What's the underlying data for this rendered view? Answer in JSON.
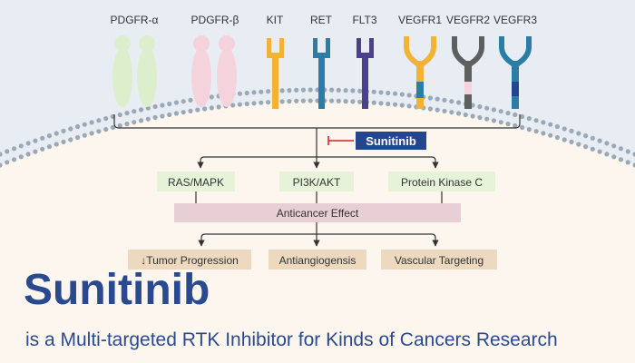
{
  "colors": {
    "background": "#fdf6ee",
    "membrane_fill": "#e8edf3",
    "dots": "#9aa8b8",
    "title_blue": "#2a4a8f",
    "drug_box": "#25468e",
    "inhibit_red": "#cc2222",
    "pathway_green": "#e7f3d9",
    "effect_pink": "#e8cfd6",
    "outcome_tan": "#ecd9bf",
    "pdgfra": "#ddeecc",
    "pdgfrb": "#f4d3dc",
    "kit": "#f2b233",
    "ret": "#2a7ea6",
    "flt3": "#4b3f8f",
    "vegfr1_arm": "#f2b233",
    "vegfr1_body": "#2a7ea6",
    "vegfr2": "#5f5f5f",
    "vegfr3": "#2a7ea6"
  },
  "receptors": [
    {
      "label": "PDGFR-α",
      "icon": "pdgfr-alpha-receptor-icon",
      "color": "#ddeecc"
    },
    {
      "label": "PDGFR-β",
      "icon": "pdgfr-beta-receptor-icon",
      "color": "#f4d3dc"
    },
    {
      "label": "KIT",
      "icon": "kit-receptor-icon",
      "color": "#f2b233"
    },
    {
      "label": "RET",
      "icon": "ret-receptor-icon",
      "color": "#2a7ea6"
    },
    {
      "label": "FLT3",
      "icon": "flt3-receptor-icon",
      "color": "#4b3f8f"
    },
    {
      "label": "VEGFR1",
      "icon": "vegfr1-receptor-icon",
      "color": "#f2b233"
    },
    {
      "label": "VEGFR2",
      "icon": "vegfr2-receptor-icon",
      "color": "#5f5f5f"
    },
    {
      "label": "VEGFR3",
      "icon": "vegfr3-receptor-icon",
      "color": "#2a7ea6"
    }
  ],
  "drug": {
    "label": "Sunitinib"
  },
  "pathways": [
    "RAS/MAPK",
    "PI3K/AKT",
    "Protein Kinase C"
  ],
  "effect": "Anticancer Effect",
  "outcomes": [
    "↓Tumor Progression",
    "Antiangiogensis",
    "Vascular Targeting"
  ],
  "title": "Sunitinib",
  "subtitle": "is a Multi-targeted RTK Inhibitor for Kinds of Cancers Research"
}
